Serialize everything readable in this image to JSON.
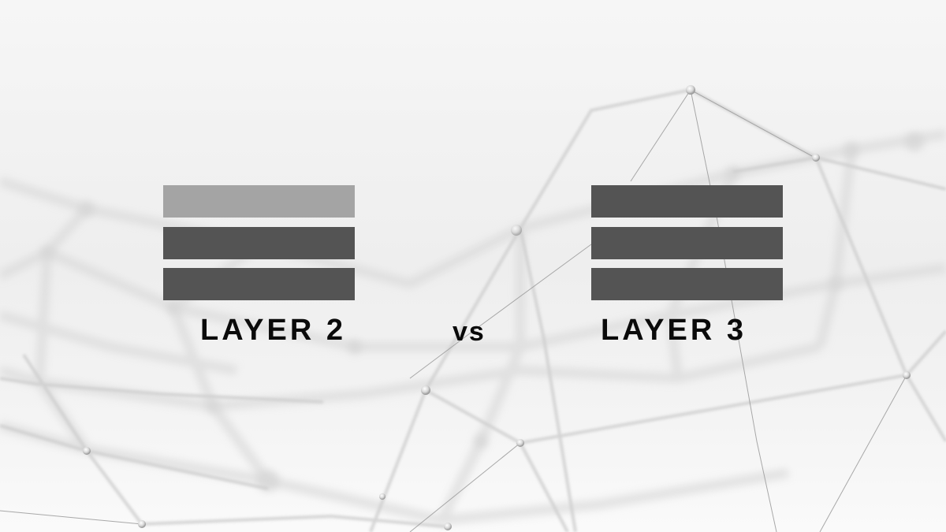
{
  "slide": {
    "left": {
      "label": "LAYER 2",
      "bars": [
        {
          "color": "#a4a4a4"
        },
        {
          "color": "#545454"
        },
        {
          "color": "#545454"
        }
      ]
    },
    "separator": "vs",
    "right": {
      "label": "LAYER 3",
      "bars": [
        {
          "color": "#545454"
        },
        {
          "color": "#545454"
        },
        {
          "color": "#545454"
        }
      ]
    }
  },
  "background": {
    "base_color": "#f4f4f4",
    "motif": "network-mesh"
  }
}
